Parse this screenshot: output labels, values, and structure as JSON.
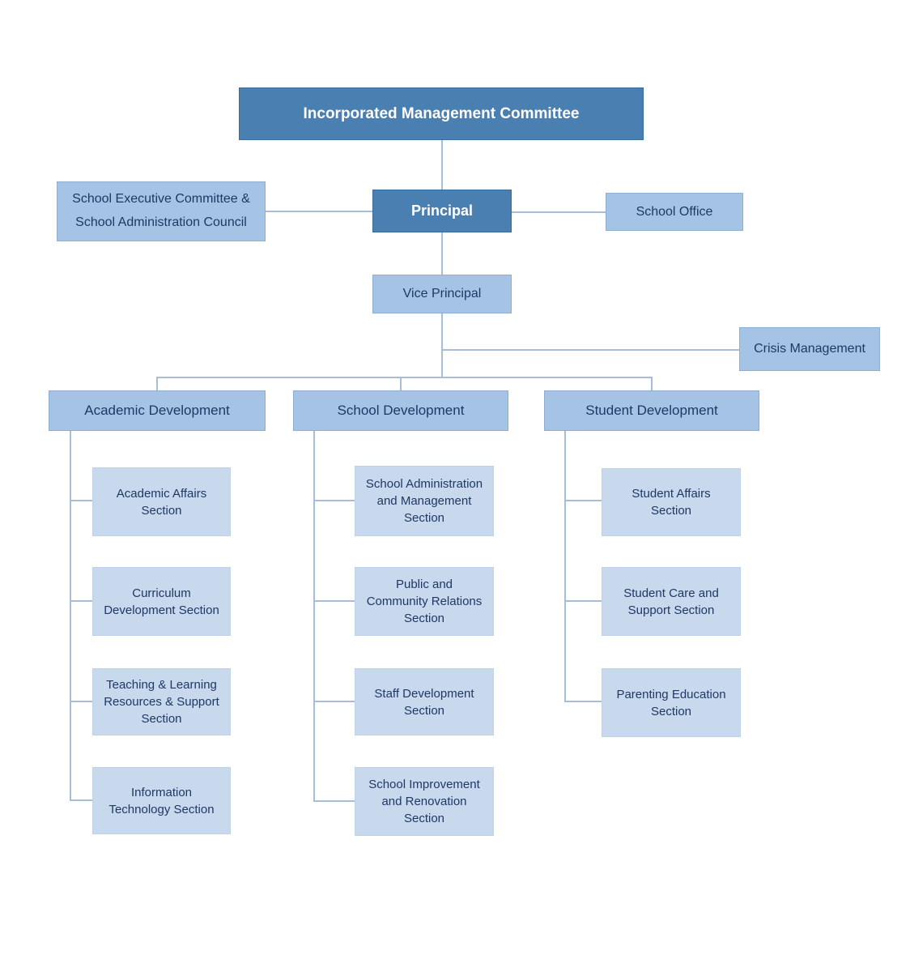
{
  "colors": {
    "dark_box": "#4a80b1",
    "dark_box_border": "#3a6c9c",
    "light_box": "#a5c4e5",
    "light_box_border": "#8fafd2",
    "child_box": "#c8d9ee",
    "child_box_border": "#bed3ea",
    "connector": "#a7bdd8",
    "text_dark": "#1f3864",
    "text_light": "#ffffff",
    "background": "#ffffff"
  },
  "diagram": {
    "root": {
      "label": "Incorporated Management Committee"
    },
    "principal": {
      "label": "Principal"
    },
    "left_of_principal": {
      "label": "School Executive Committee &\nSchool Administration Council"
    },
    "right_of_principal": {
      "label": "School Office"
    },
    "vice_principal": {
      "label": "Vice Principal"
    },
    "crisis_management": {
      "label": "Crisis Management"
    },
    "branches": [
      {
        "label": "Academic Development",
        "children": [
          "Academic Affairs\nSection",
          "Curriculum\nDevelopment Section",
          "Teaching & Learning\nResources & Support\nSection",
          "Information\nTechnology Section"
        ]
      },
      {
        "label": "School Development",
        "children": [
          "School Administration\nand Management\nSection",
          "Public and\nCommunity Relations\nSection",
          "Staff Development\nSection",
          "School Improvement\nand Renovation\nSection"
        ]
      },
      {
        "label": "Student Development",
        "children": [
          "Student Affairs\nSection",
          "Student Care and\nSupport Section",
          "Parenting Education\nSection"
        ]
      }
    ]
  }
}
